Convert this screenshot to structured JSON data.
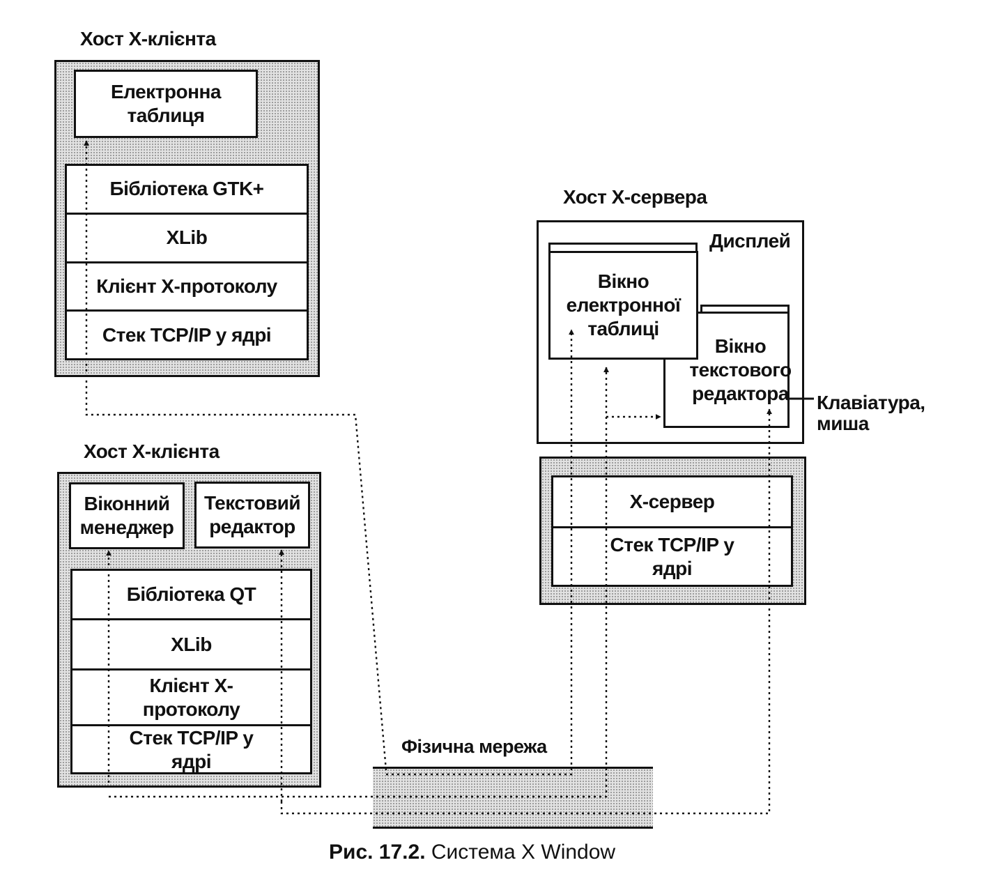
{
  "client_host_1": {
    "title": "Хост X-клієнта",
    "app": "Електронна таблиця",
    "layers": [
      "Бібліотека GTK+",
      "XLib",
      "Клієнт X-протоколу",
      "Стек TCP/IP у ядрі"
    ]
  },
  "client_host_2": {
    "title": "Хост X-клієнта",
    "apps": [
      "Віконний менеджер",
      "Текстовий редактор"
    ],
    "layers": [
      "Бібліотека QT",
      "XLib",
      "Клієнт X-протоколу",
      "Стек TCP/IP у ядрі"
    ]
  },
  "server_host": {
    "title": "Хост X-сервера",
    "display_label": "Дисплей",
    "window_spreadsheet": "Вікно електронної таблиці",
    "window_editor": "Вікно текстового редактора",
    "input_devices": "Клавіатура, миша",
    "layers": [
      "X-сервер",
      "Стек TCP/IP у ядрі"
    ]
  },
  "network": {
    "label": "Фізична мережа"
  },
  "caption": {
    "prefix": "Рис. 17.2.",
    "text": "Система X Window"
  }
}
